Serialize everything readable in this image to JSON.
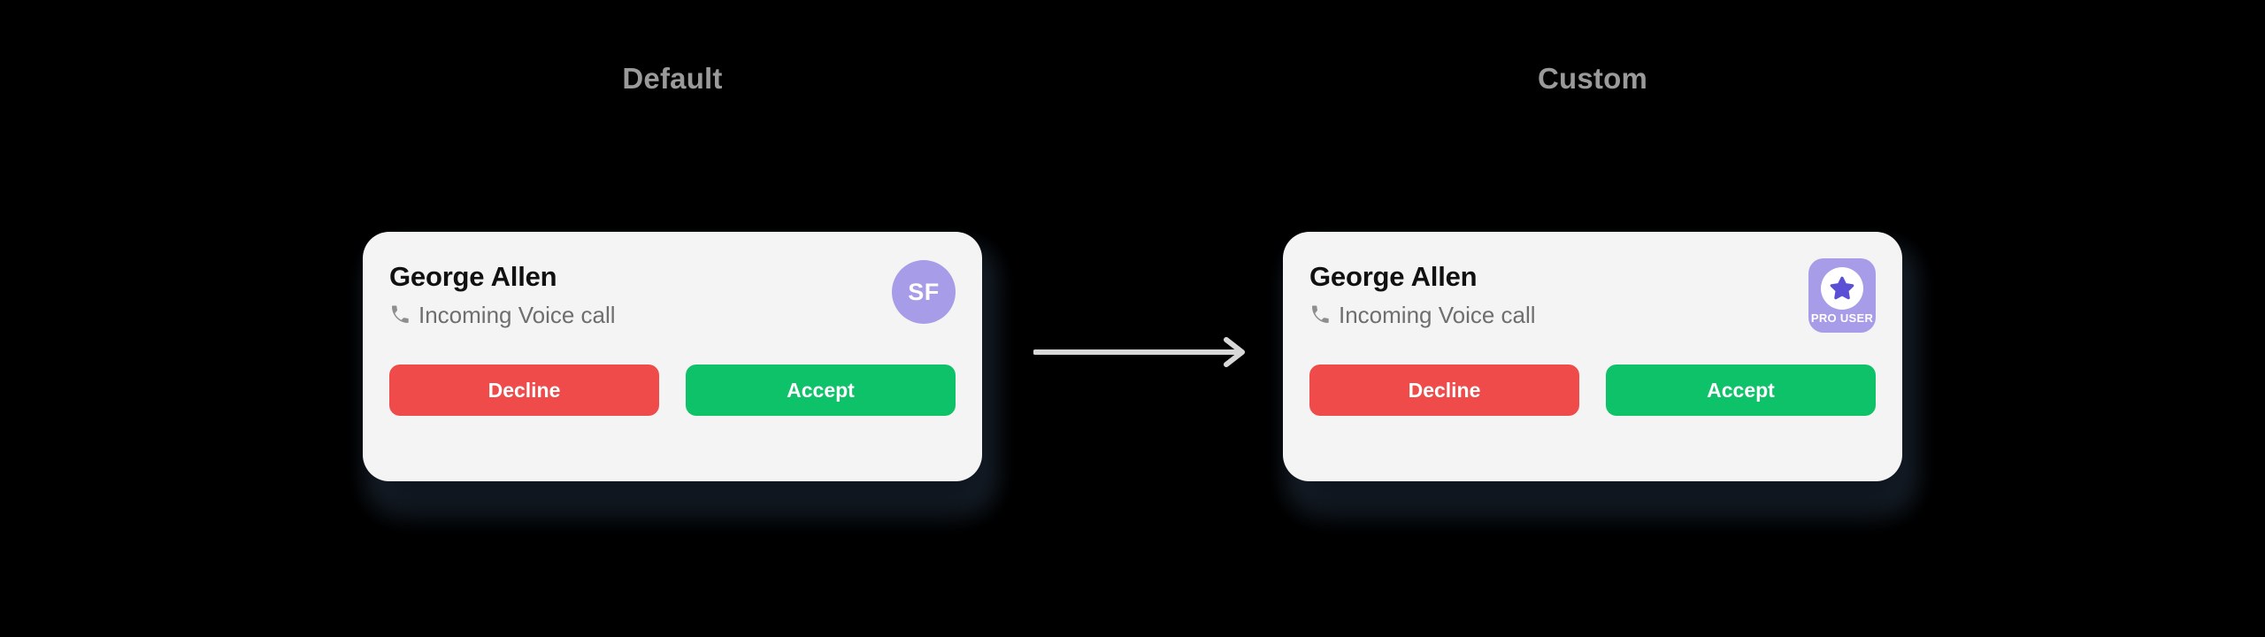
{
  "columns": [
    {
      "label": "Default"
    },
    {
      "label": "Custom"
    }
  ],
  "connector": {
    "icon": "arrow-right-icon"
  },
  "cards": [
    {
      "variant": "default",
      "caller_name": "George Allen",
      "call_status": "Incoming Voice call",
      "status_icon": "phone-icon",
      "avatar": {
        "type": "initials-circle",
        "initials": "SF",
        "background": "#a79ce8",
        "text_color": "#ffffff"
      },
      "buttons": {
        "decline_label": "Decline",
        "accept_label": "Accept"
      }
    },
    {
      "variant": "custom",
      "caller_name": "George Allen",
      "call_status": "Incoming Voice call",
      "status_icon": "phone-icon",
      "avatar": {
        "type": "pro-badge",
        "badge_label": "PRO USER",
        "icon": "star-icon",
        "background": "#a79ce8",
        "disc_color": "#ffffff",
        "star_color": "#5b4fd6",
        "text_color": "#ffffff"
      },
      "buttons": {
        "decline_label": "Decline",
        "accept_label": "Accept"
      }
    }
  ],
  "colors": {
    "page_background": "#000000",
    "card_background": "#f4f4f4",
    "heading_text": "#9a9a9a",
    "caller_name_text": "#111111",
    "call_status_text": "#6e6e6e",
    "decline": "#f04b4b",
    "accept": "#0dc268",
    "accent_purple": "#a79ce8",
    "star_purple": "#5b4fd6",
    "arrow": "#d8d8d8",
    "card_shadow": "#1d2733"
  }
}
